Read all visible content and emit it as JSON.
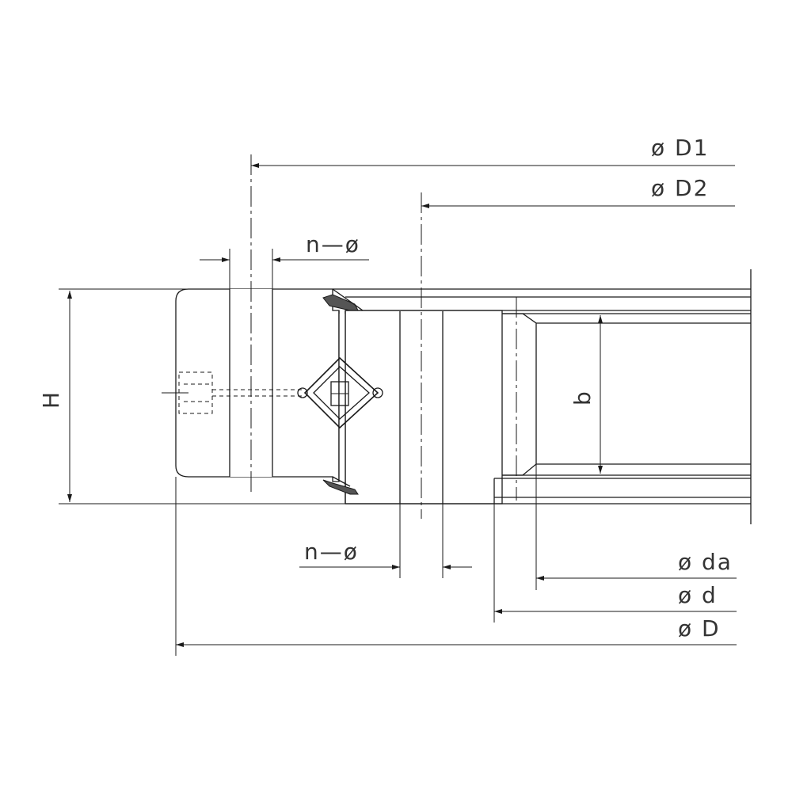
{
  "labels": {
    "D1": "ø  D1",
    "D2": "ø  D2",
    "n_top": "n—ø",
    "n_bottom": "n—ø",
    "H": "H",
    "b": "b",
    "da": "ø  da",
    "d": "ø  d",
    "D": "ø  D"
  }
}
